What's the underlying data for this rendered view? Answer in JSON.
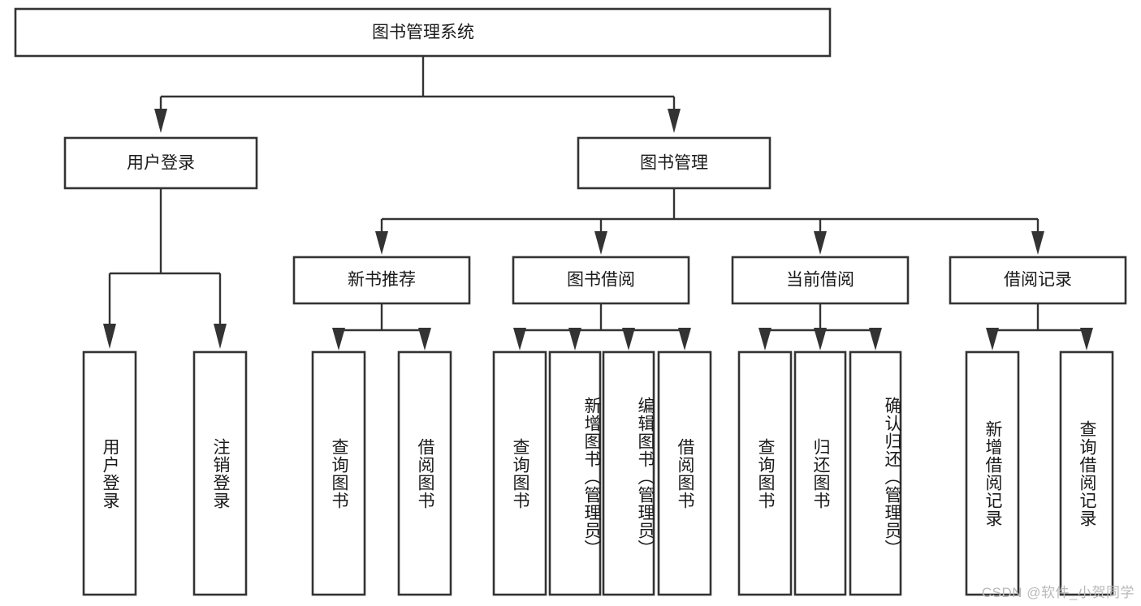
{
  "diagram": {
    "type": "tree-hierarchy",
    "title": "图书管理系统",
    "orientation": "top-down",
    "colors": {
      "box_fill": "#ffffff",
      "box_stroke": "#333333",
      "text": "#1a1a1a",
      "background": "#ffffff",
      "watermark": "#b9b9b9"
    },
    "nodes": {
      "root": {
        "id": "root",
        "label": "图书管理系统",
        "level": 0,
        "orientation": "horizontal"
      },
      "level1": [
        {
          "id": "user-login",
          "label": "用户登录",
          "level": 1,
          "orientation": "horizontal"
        },
        {
          "id": "book-management",
          "label": "图书管理",
          "level": 1,
          "orientation": "horizontal"
        }
      ],
      "level2": [
        {
          "id": "new-book-recommend",
          "label": "新书推荐",
          "level": 2,
          "orientation": "horizontal",
          "parent": "book-management"
        },
        {
          "id": "book-borrow",
          "label": "图书借阅",
          "level": 2,
          "orientation": "horizontal",
          "parent": "book-management"
        },
        {
          "id": "current-borrow",
          "label": "当前借阅",
          "level": 2,
          "orientation": "horizontal",
          "parent": "book-management"
        },
        {
          "id": "borrow-record",
          "label": "借阅记录",
          "level": 2,
          "orientation": "horizontal",
          "parent": "book-management"
        }
      ],
      "leaves": [
        {
          "id": "leaf-user-login",
          "label": "用户登录",
          "parent": "user-login",
          "orientation": "vertical"
        },
        {
          "id": "leaf-logout-login",
          "label": "注销登录",
          "parent": "user-login",
          "orientation": "vertical"
        },
        {
          "id": "leaf-query-book-1",
          "label": "查询图书",
          "parent": "new-book-recommend",
          "orientation": "vertical"
        },
        {
          "id": "leaf-borrow-book-1",
          "label": "借阅图书",
          "parent": "new-book-recommend",
          "orientation": "vertical"
        },
        {
          "id": "leaf-query-book-2",
          "label": "查询图书",
          "parent": "book-borrow",
          "orientation": "vertical"
        },
        {
          "id": "leaf-add-book",
          "label": "新增图书（管理员）",
          "parent": "book-borrow",
          "orientation": "vertical"
        },
        {
          "id": "leaf-edit-book",
          "label": "编辑图书（管理员）",
          "parent": "book-borrow",
          "orientation": "vertical"
        },
        {
          "id": "leaf-borrow-book-2",
          "label": "借阅图书",
          "parent": "book-borrow",
          "orientation": "vertical"
        },
        {
          "id": "leaf-query-book-3",
          "label": "查询图书",
          "parent": "current-borrow",
          "orientation": "vertical"
        },
        {
          "id": "leaf-return-book",
          "label": "归还图书",
          "parent": "current-borrow",
          "orientation": "vertical"
        },
        {
          "id": "leaf-confirm-return",
          "label": "确认归还（管理员）",
          "parent": "current-borrow",
          "orientation": "vertical"
        },
        {
          "id": "leaf-add-record",
          "label": "新增借阅记录",
          "parent": "borrow-record",
          "orientation": "vertical"
        },
        {
          "id": "leaf-query-record",
          "label": "查询借阅记录",
          "parent": "borrow-record",
          "orientation": "vertical"
        }
      ]
    },
    "watermark": "CSDN @软件_小贺同学"
  }
}
